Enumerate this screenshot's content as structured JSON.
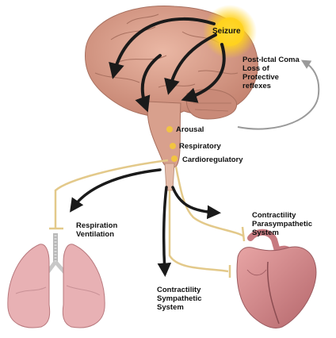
{
  "labels": {
    "seizure": "Seizure",
    "post_ictal_1": "Post-Ictal Coma",
    "post_ictal_2": "Loss of",
    "post_ictal_3": "Protective",
    "post_ictal_4": "reflexes",
    "arousal": "Arousal",
    "respiratory": "Respiratory",
    "cardioregulatory": "Cardioregulatory",
    "respiration_1": "Respiration",
    "respiration_2": "Ventilation",
    "para_1": "Contractility",
    "para_2": "Parasympathetic",
    "para_3": "System",
    "symp_1": "Contractility",
    "symp_2": "Sympathetic",
    "symp_3": "System"
  },
  "colors": {
    "brain": "#d69a86",
    "nerve": "#e3c98a",
    "arrow": "#1a1a1a",
    "seizure_glow": "#ffd21f",
    "lung": "#e8b1b4",
    "heart": "#cf7f82"
  }
}
